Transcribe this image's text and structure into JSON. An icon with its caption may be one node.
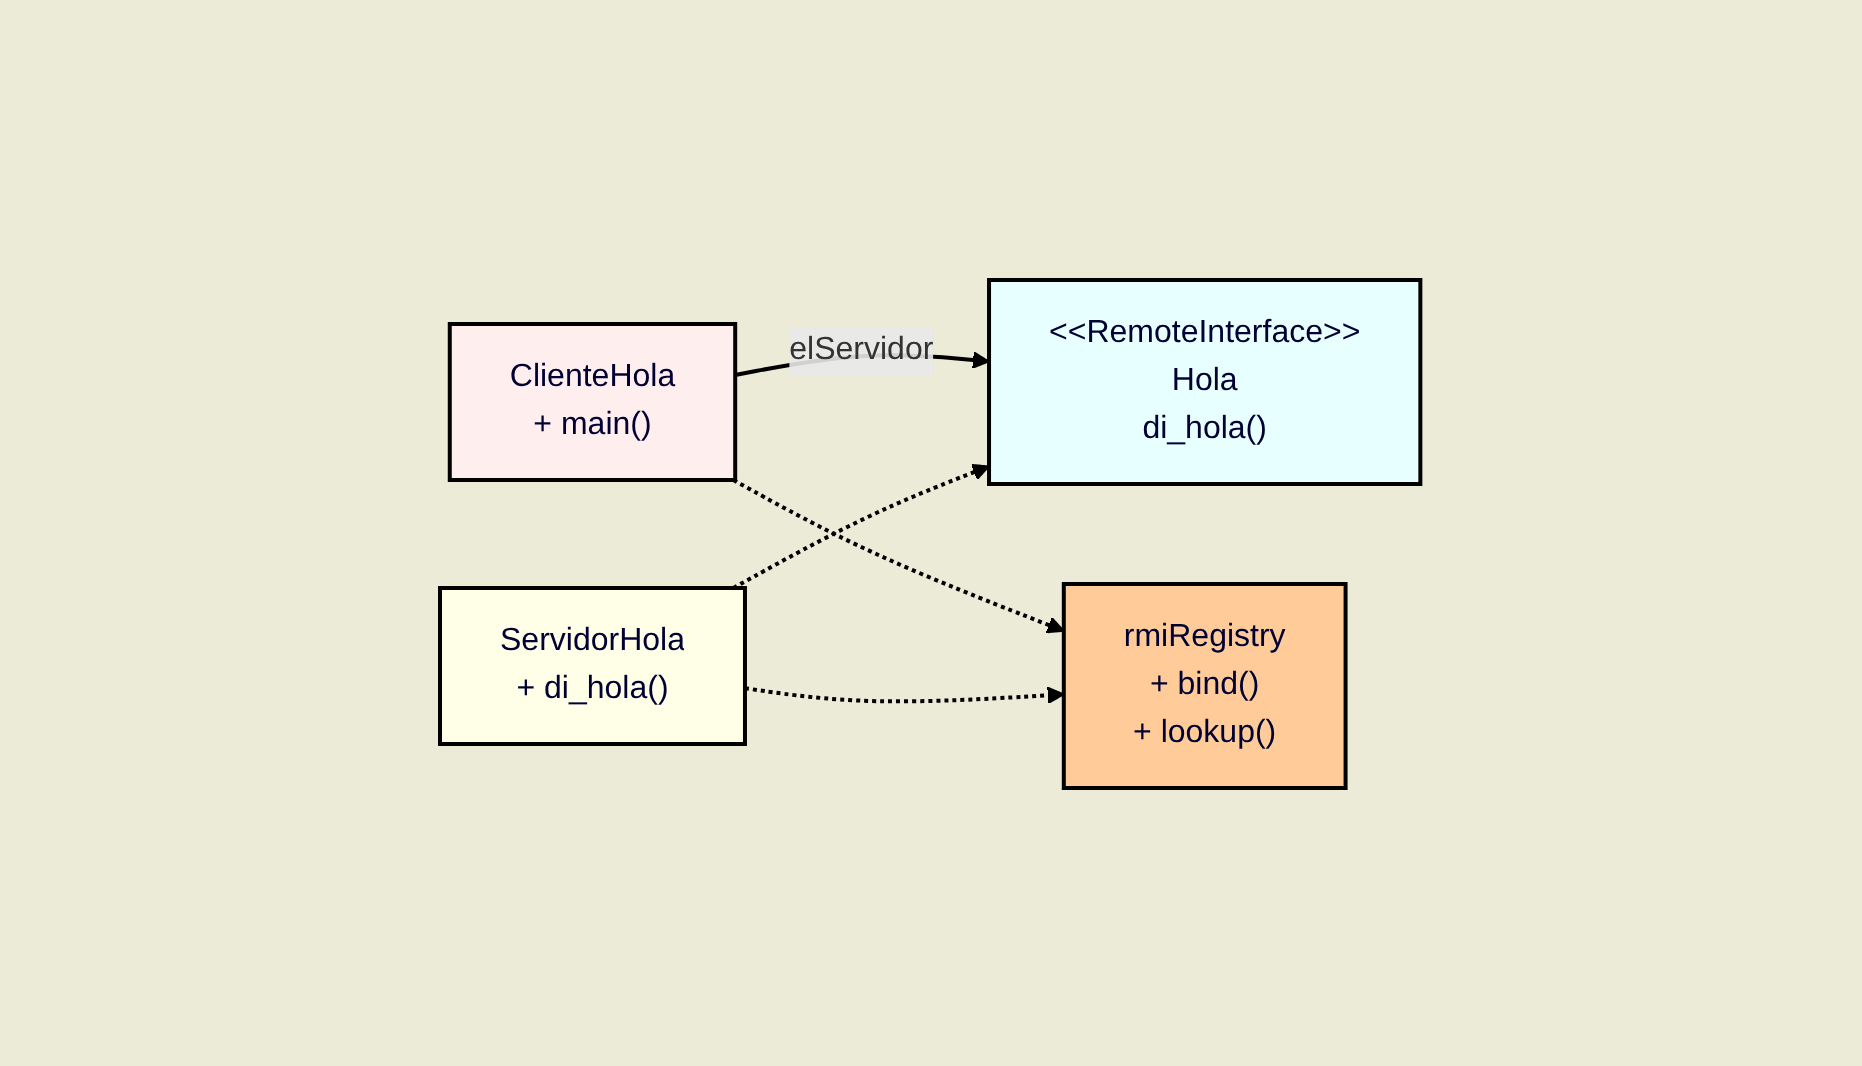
{
  "diagram": {
    "nodes": [
      {
        "text": [
          "ClienteHola",
          "+ main()"
        ]
      },
      {
        "text": [
          "<<RemoteInterface>>",
          "Hola",
          "di_hola()"
        ]
      },
      {
        "text": [
          "ServidorHola",
          "+ di_hola()"
        ]
      },
      {
        "text": [
          "rmiRegistry",
          "+ bind()",
          "+ lookup()"
        ]
      }
    ],
    "edges": [
      {
        "from": 0,
        "to": 1,
        "arrow": "to",
        "label": "elServidor"
      },
      {
        "from": 0,
        "to": 3,
        "arrow": "to",
        "style": "dashed"
      },
      {
        "from": 2,
        "to": 1,
        "arrow": "to",
        "style": "dashed"
      },
      {
        "from": 2,
        "to": 3,
        "arrow": "to",
        "style": "dashed"
      }
    ]
  }
}
